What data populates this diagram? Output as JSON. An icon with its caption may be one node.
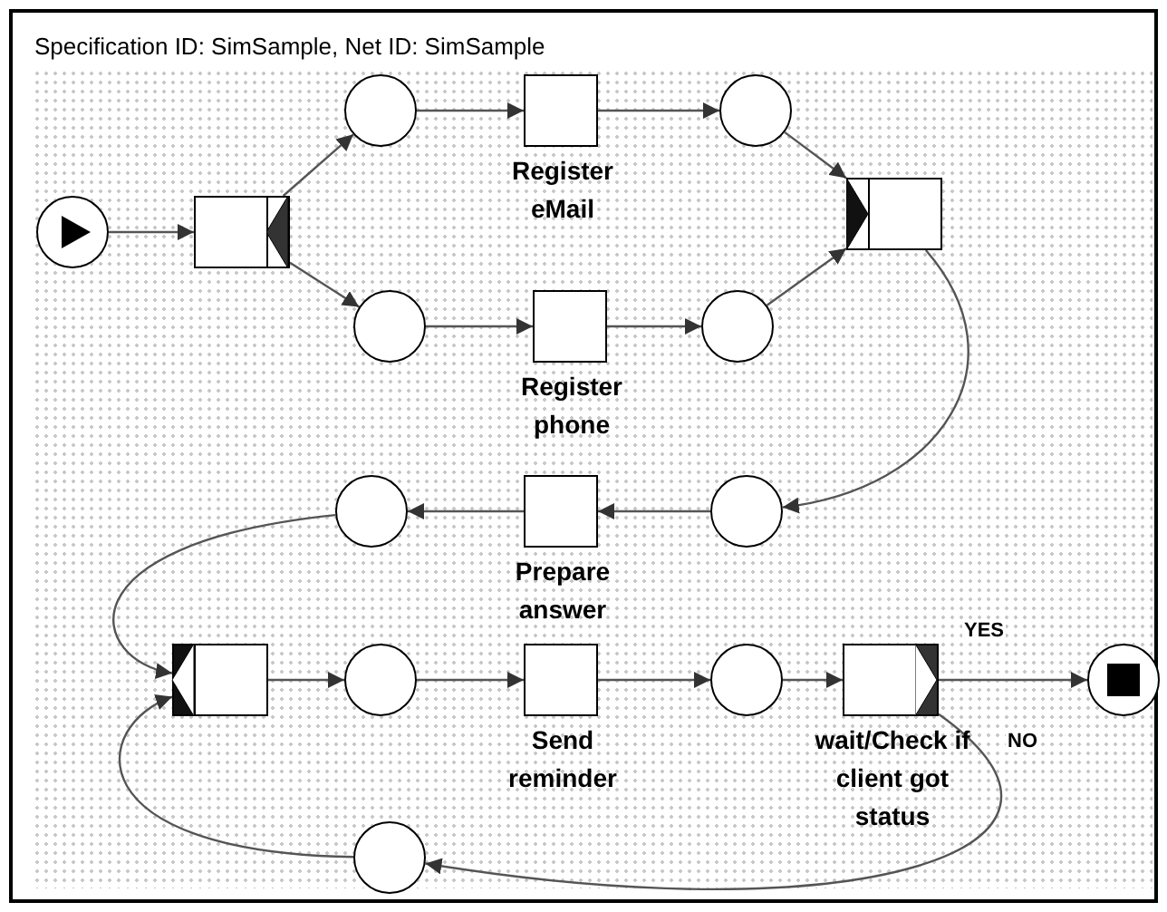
{
  "diagram": {
    "title": "Specification ID: SimSample, Net ID:  SimSample",
    "nodes": [
      {
        "text": [],
        "shape": "circle"
      },
      {
        "text": [],
        "shape": "box"
      },
      {
        "text": [],
        "shape": "circle"
      },
      {
        "text": [
          "Register eMail"
        ]
      },
      {
        "text": [],
        "shape": "circle"
      },
      {
        "text": [],
        "shape": "circle"
      },
      {
        "text": [
          "Register phone"
        ]
      },
      {
        "text": [],
        "shape": "circle"
      },
      {
        "text": [],
        "shape": "box"
      },
      {
        "text": [],
        "shape": "circle"
      },
      {
        "text": [
          "Prepare answer"
        ]
      },
      {
        "text": [],
        "shape": "circle"
      },
      {
        "text": [],
        "shape": "box"
      },
      {
        "text": [],
        "shape": "circle"
      },
      {
        "text": [
          "Send reminder"
        ]
      },
      {
        "text": [],
        "shape": "circle"
      },
      {
        "text": [
          "wait/Check if client got status"
        ]
      },
      {
        "text": [],
        "shape": "circle"
      },
      {
        "text": [],
        "shape": "circle"
      }
    ],
    "edges": [
      {
        "from": 0,
        "to": 1,
        "arrow": "to"
      },
      {
        "from": 1,
        "to": 2,
        "arrow": "to"
      },
      {
        "from": 1,
        "to": 5,
        "arrow": "to"
      },
      {
        "from": 2,
        "to": 3,
        "arrow": "to"
      },
      {
        "from": 3,
        "to": 4,
        "arrow": "to"
      },
      {
        "from": 5,
        "to": 6,
        "arrow": "to"
      },
      {
        "from": 6,
        "to": 7,
        "arrow": "to"
      },
      {
        "from": 4,
        "to": 8,
        "arrow": "to"
      },
      {
        "from": 7,
        "to": 8,
        "arrow": "to"
      },
      {
        "from": 8,
        "to": 9,
        "arrow": "to"
      },
      {
        "from": 9,
        "to": 10,
        "arrow": "to"
      },
      {
        "from": 10,
        "to": 11,
        "arrow": "to"
      },
      {
        "from": 11,
        "to": 12,
        "arrow": "to"
      },
      {
        "from": 12,
        "to": 13,
        "arrow": "to"
      },
      {
        "from": 13,
        "to": 14,
        "arrow": "to"
      },
      {
        "from": 14,
        "to": 15,
        "arrow": "to"
      },
      {
        "from": 15,
        "to": 16,
        "arrow": "to"
      },
      {
        "from": 16,
        "to": 17,
        "arrow": "to",
        "label": "YES"
      },
      {
        "from": 16,
        "to": 18,
        "arrow": "to",
        "label": "NO"
      },
      {
        "from": 18,
        "to": 12,
        "arrow": "to"
      }
    ]
  }
}
